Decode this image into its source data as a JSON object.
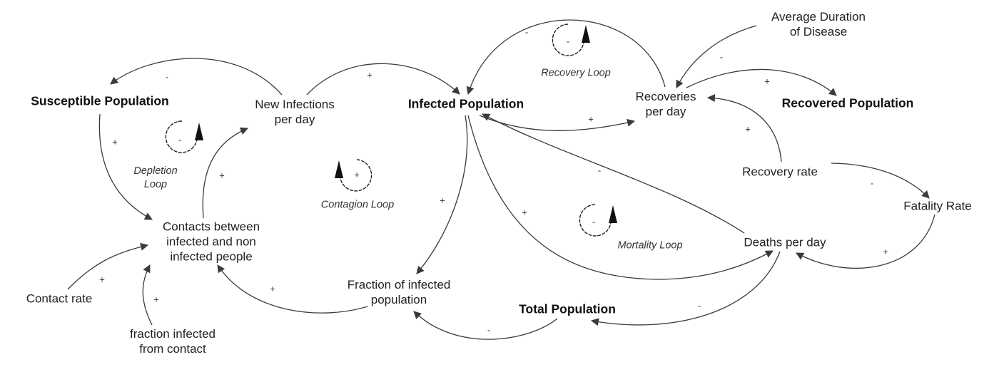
{
  "title": "Epidemic causal loop diagram",
  "nodes": {
    "susceptible": "Susceptible Population",
    "new_infections_1": "New Infections",
    "new_infections_2": "per day",
    "infected": "Infected Population",
    "recoveries_1": "Recoveries",
    "recoveries_2": "per day",
    "recovered": "Recovered Population",
    "avg_duration_1": "Average Duration",
    "avg_duration_2": "of Disease",
    "contacts_1": "Contacts between",
    "contacts_2": "infected and non",
    "contacts_3": "infected people",
    "contact_rate": "Contact rate",
    "fraction_contact_1": "fraction infected",
    "fraction_contact_2": "from contact",
    "fraction_infected_1": "Fraction of infected",
    "fraction_infected_2": "population",
    "total": "Total Population",
    "recovery_rate": "Recovery rate",
    "fatality_rate": "Fatality Rate",
    "deaths": "Deaths per day"
  },
  "loops": {
    "depletion_1": "Depletion",
    "depletion_2": "Loop",
    "depletion_sign": "-",
    "contagion": "Contagion Loop",
    "contagion_sign": "+",
    "recovery": "Recovery Loop",
    "recovery_sign": "-",
    "mortality": "Mortality Loop",
    "mortality_sign": "-"
  },
  "links": [
    {
      "from": "New Infections per day",
      "to": "Susceptible Population",
      "polarity": "-"
    },
    {
      "from": "New Infections per day",
      "to": "Infected Population",
      "polarity": "+"
    },
    {
      "from": "Susceptible Population",
      "to": "Contacts between infected and non infected people",
      "polarity": "+"
    },
    {
      "from": "Contacts between infected and non infected people",
      "to": "New Infections per day",
      "polarity": "+"
    },
    {
      "from": "Recoveries per day",
      "to": "Infected Population",
      "polarity": "-"
    },
    {
      "from": "Infected Population",
      "to": "Recoveries per day",
      "polarity": "+"
    },
    {
      "from": "Average Duration of Disease",
      "to": "Recoveries per day",
      "polarity": "-"
    },
    {
      "from": "Recoveries per day",
      "to": "Recovered Population",
      "polarity": "+"
    },
    {
      "from": "Recovery rate",
      "to": "Recoveries per day",
      "polarity": "+"
    },
    {
      "from": "Recovery rate",
      "to": "Fatality Rate",
      "polarity": "-"
    },
    {
      "from": "Fatality Rate",
      "to": "Deaths per day",
      "polarity": "+"
    },
    {
      "from": "Deaths per day",
      "to": "Infected Population",
      "polarity": "-"
    },
    {
      "from": "Infected Population",
      "to": "Deaths per day",
      "polarity": "+"
    },
    {
      "from": "Infected Population",
      "to": "Fraction of infected population",
      "polarity": "+"
    },
    {
      "from": "Deaths per day",
      "to": "Total Population",
      "polarity": "-"
    },
    {
      "from": "Total Population",
      "to": "Fraction of infected population",
      "polarity": "-"
    },
    {
      "from": "Fraction of infected population",
      "to": "Contacts between infected and non infected people",
      "polarity": "+"
    },
    {
      "from": "Contact rate",
      "to": "Contacts between infected and non infected people",
      "polarity": "+"
    },
    {
      "from": "fraction infected from contact",
      "to": "Contacts between infected and non infected people",
      "polarity": "+"
    }
  ]
}
